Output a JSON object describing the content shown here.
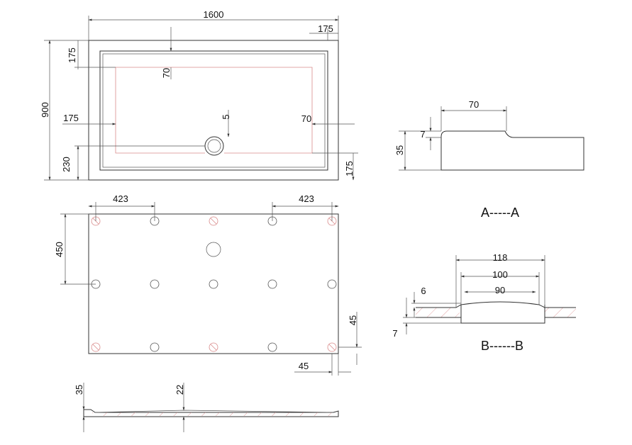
{
  "colors": {
    "outline": "#333333",
    "accent_red": "#d98a8a",
    "text": "#111111"
  },
  "top_view": {
    "width": "1600",
    "height": "900",
    "rim_top": "175",
    "rim_right": "175",
    "rim_left_mid": "175",
    "rim_bottom": "175",
    "inner_offset_top": "70",
    "inner_offset_right": "70",
    "drain_gap": "5",
    "drain_from_bottom": "230"
  },
  "bottom_view": {
    "spacing_left": "423",
    "spacing_right": "423",
    "row_spacing": "450",
    "edge_right": "45",
    "edge_bottom": "45"
  },
  "side_view": {
    "total_height": "35",
    "drain_height": "22"
  },
  "section_a": {
    "label": "A-----A",
    "width": "70",
    "height": "35",
    "step": "7"
  },
  "section_b": {
    "label": "B------B",
    "outer": "118",
    "mid": "100",
    "inner": "90",
    "top_offset": "6",
    "depth": "7"
  }
}
